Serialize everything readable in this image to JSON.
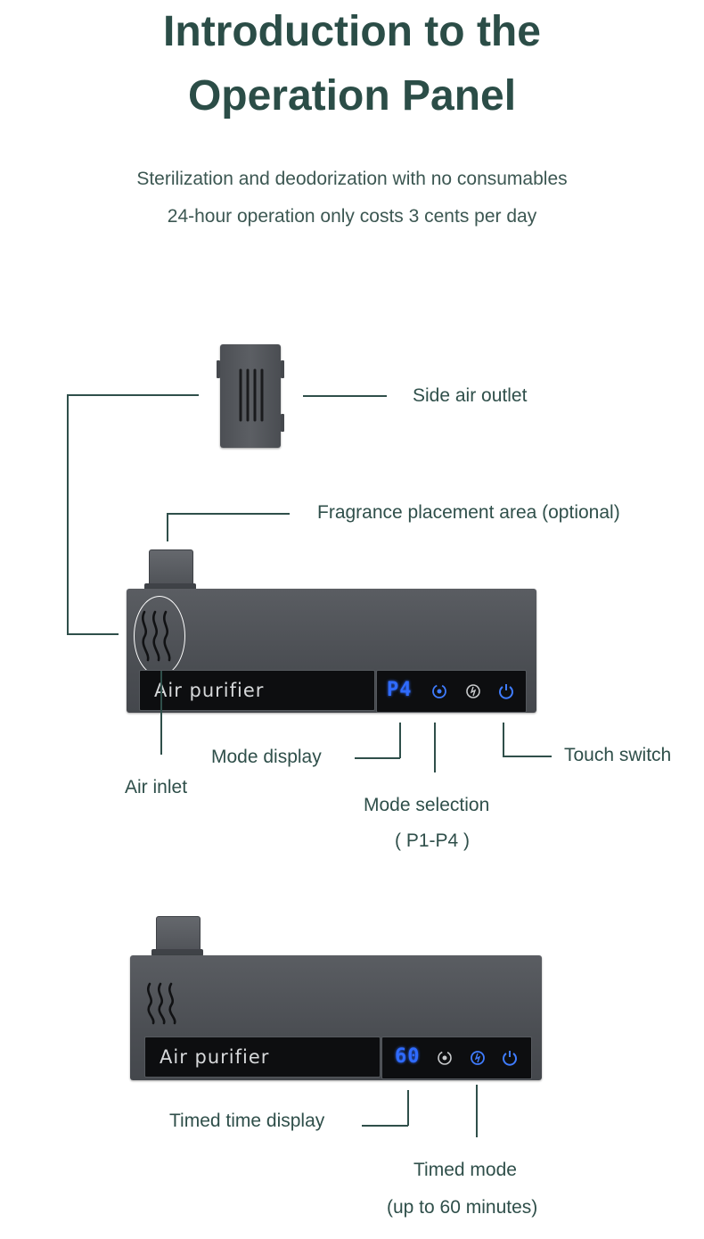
{
  "header": {
    "title_line1": "Introduction to the",
    "title_line2": "Operation Panel",
    "subtitle_line1": "Sterilization and deodorization with no consumables",
    "subtitle_line2": "24-hour operation only costs 3 cents per day"
  },
  "diagram1": {
    "labels": {
      "side_air_outlet": "Side air outlet",
      "fragrance_area": "Fragrance placement area (optional)",
      "mode_display": "Mode display",
      "air_inlet": "Air inlet",
      "mode_selection": "Mode selection",
      "mode_range": "( P1-P4 )",
      "touch_switch": "Touch switch"
    },
    "device_text": "Air purifier",
    "display_value": "P4"
  },
  "diagram2": {
    "labels": {
      "timed_display": "Timed time display",
      "timed_mode": "Timed mode",
      "timed_range": "(up to 60 minutes)"
    },
    "device_text": "Air purifier",
    "display_value": "60"
  },
  "icons": {
    "mode": "mode-icon",
    "timer": "timer-icon",
    "power": "power-icon",
    "vent": "vent-grille-icon",
    "airflow": "airflow-waves-icon"
  },
  "colors": {
    "heading": "#2b4d47",
    "text": "#2f4f4a",
    "display_blue": "#2f6bff",
    "device_body": "#4e5156"
  }
}
